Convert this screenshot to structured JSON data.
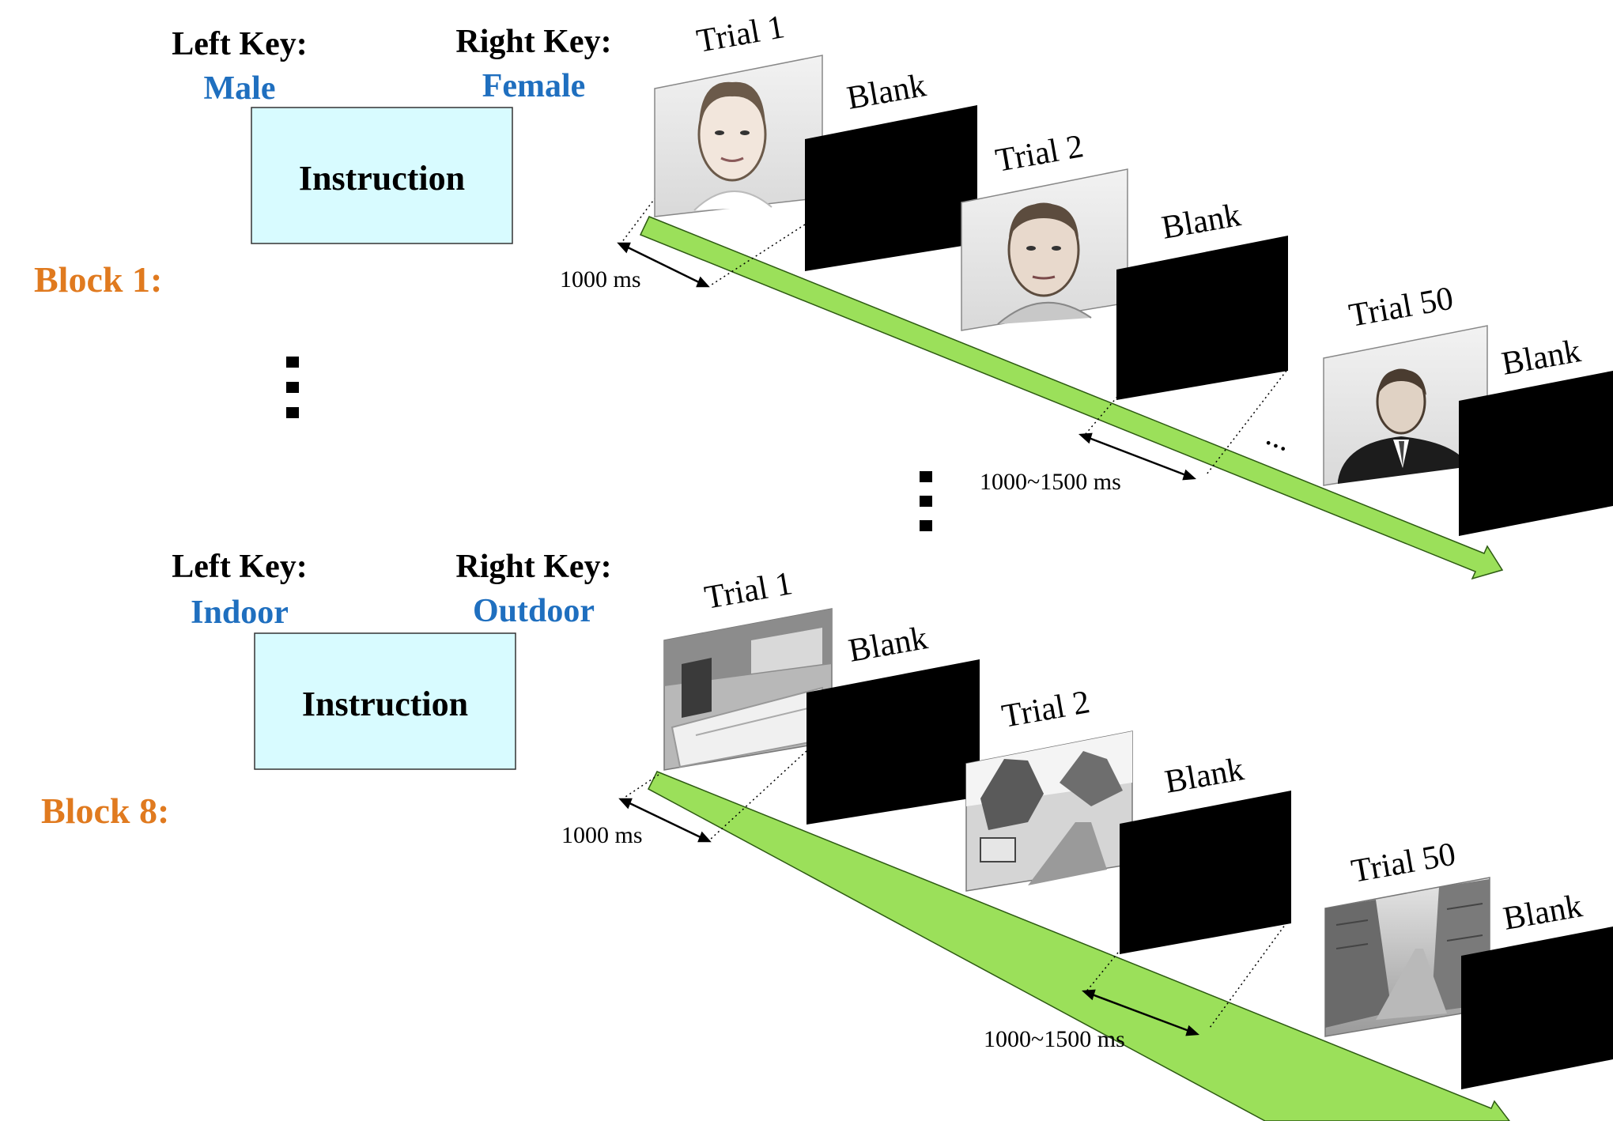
{
  "colors": {
    "block_label": "#e07a1f",
    "key_value": "#1f6fbf",
    "instruction_fill": "#d8fbff",
    "timeline_fill": "#9be05a",
    "timeline_stroke": "#2d5a12",
    "blank_screen": "#000000"
  },
  "blocks": [
    {
      "label": "Block 1:",
      "left_key_title": "Left Key:",
      "left_key_value": "Male",
      "right_key_title": "Right Key:",
      "right_key_value": "Female",
      "instruction": "Instruction",
      "trials": [
        {
          "label": "Trial 1",
          "image": "female-face-photo"
        },
        {
          "label": "Trial 2",
          "image": "male-face-photo"
        },
        {
          "label": "Trial 50",
          "image": "man-in-suit-photo"
        }
      ],
      "blank_label": "Blank",
      "stimulus_duration": "1000 ms",
      "blank_duration": "1000~1500 ms",
      "ellipsis": "..."
    },
    {
      "label": "Block 8:",
      "left_key_title": "Left Key:",
      "left_key_value": "Indoor",
      "right_key_title": "Right Key:",
      "right_key_value": "Outdoor",
      "instruction": "Instruction",
      "trials": [
        {
          "label": "Trial 1",
          "image": "bedroom-indoor-photo"
        },
        {
          "label": "Trial 2",
          "image": "desert-road-outdoor-photo"
        },
        {
          "label": "Trial 50",
          "image": "city-street-outdoor-photo"
        }
      ],
      "blank_label": "Blank",
      "stimulus_duration": "1000 ms",
      "blank_duration": "1000~1500 ms"
    }
  ]
}
